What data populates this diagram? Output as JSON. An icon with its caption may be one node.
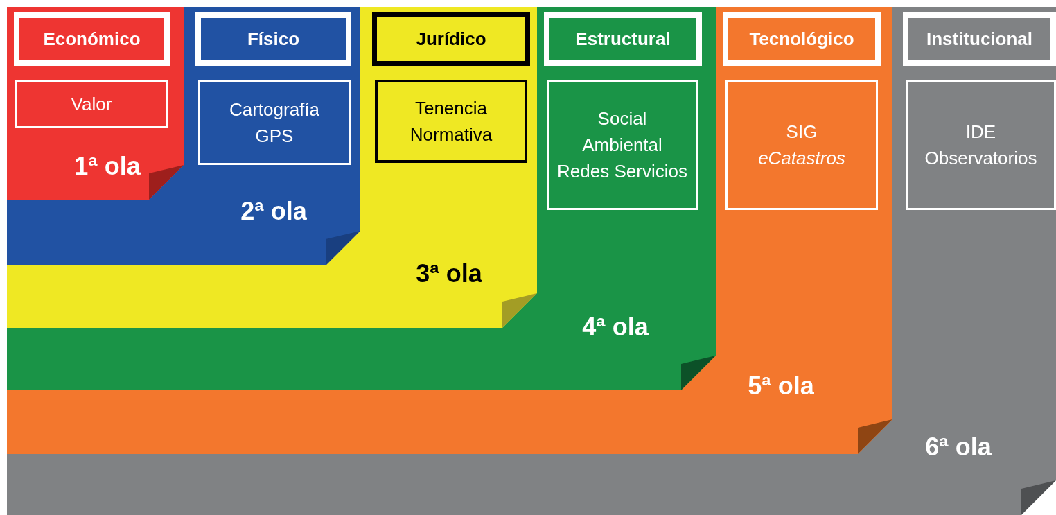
{
  "diagram": {
    "nodes": [
      {
        "text": [
          "1ª ola"
        ],
        "in": 3
      },
      {
        "text": [
          "Económico"
        ],
        "in": 0
      },
      {
        "text": [
          "Valor"
        ],
        "in": 0
      },
      {
        "text": [
          "2ª ola"
        ],
        "in": 6
      },
      {
        "text": [
          "Físico"
        ],
        "in": 3
      },
      {
        "text": [
          "Cartografía",
          "GPS"
        ],
        "in": 3
      },
      {
        "text": [
          "3ª ola"
        ],
        "in": 9
      },
      {
        "text": [
          "Jurídico"
        ],
        "in": 6
      },
      {
        "text": [
          "Tenencia",
          "Normativa"
        ],
        "in": 6
      },
      {
        "text": [
          "4ª ola"
        ],
        "in": 12
      },
      {
        "text": [
          "Estructural"
        ],
        "in": 9
      },
      {
        "text": [
          "Social",
          "Ambiental",
          "Redes Servicios"
        ],
        "in": 9
      },
      {
        "text": [
          "5ª ola"
        ],
        "in": 15
      },
      {
        "text": [
          "Tecnológico"
        ],
        "in": 12
      },
      {
        "text": [
          "SIG",
          "eCatastros"
        ],
        "in": 12
      },
      {
        "text": [
          "6ª ola"
        ]
      },
      {
        "text": [
          "Institucional"
        ],
        "in": 15
      },
      {
        "text": [
          "IDE",
          "Observatorios"
        ],
        "in": 15
      }
    ]
  }
}
